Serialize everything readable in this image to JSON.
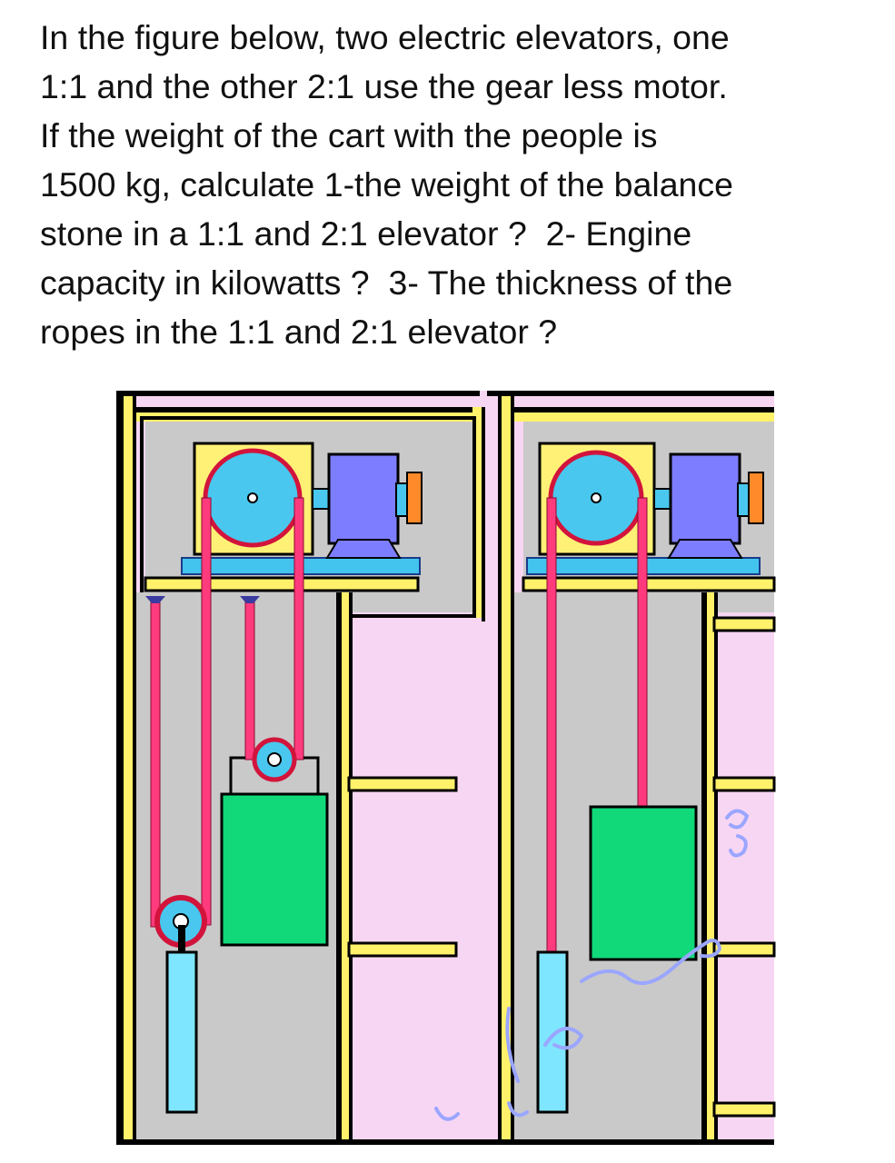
{
  "question": {
    "lines": [
      "In the figure below, two electric elevators, one",
      "1:1 and the other 2:1 use the gear less motor.",
      "If the weight of the cart with the people is",
      "1500 kg, calculate 1-the weight of the balance",
      "stone in a 1:1 and 2:1 elevator ?  2- Engine",
      "capacity in kilowatts ?  3- The thickness of the",
      "ropes in the 1:1 and 2:1 elevator ?"
    ]
  },
  "figure": {
    "colors": {
      "background": "#f7d6f3",
      "shaft": "#c9c9c9",
      "frame": "#fff26a",
      "outline": "#000000",
      "rope": "#ff3b7d",
      "sheave": "#49c7ee",
      "sheave_border": "#d2143c",
      "motor": "#7d7dff",
      "brake": "#ff8a2a",
      "machine_box": "#fff176",
      "bedplate": "#43c4ee",
      "car": "#11d97a",
      "counterweight": "#7fe6ff",
      "scribble": "#9aa6ff"
    },
    "elevators": [
      {
        "id": "left",
        "ratio": "1:1"
      },
      {
        "id": "right",
        "ratio": "2:1"
      }
    ]
  }
}
